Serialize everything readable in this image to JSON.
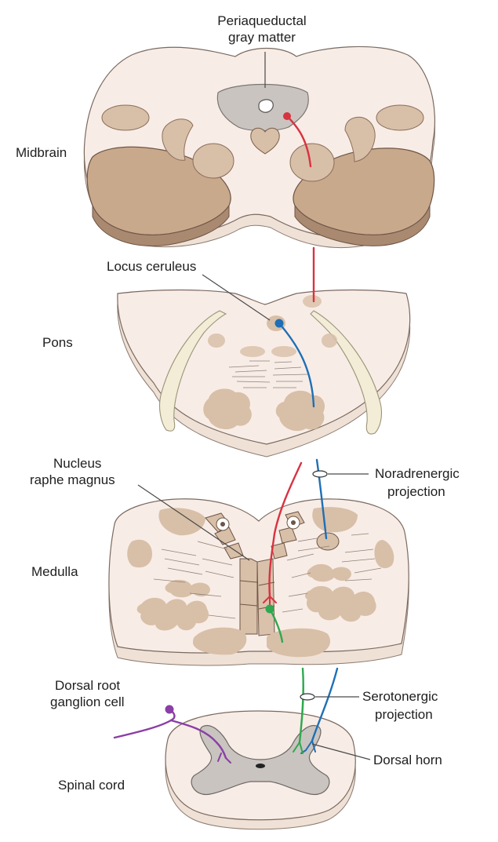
{
  "labels": {
    "periaqueductal_line1": "Periaqueductal",
    "periaqueductal_line2": "gray matter",
    "midbrain": "Midbrain",
    "locus_ceruleus": "Locus ceruleus",
    "pons": "Pons",
    "nucleus_line1": "Nucleus",
    "nucleus_line2": "raphe magnus",
    "noradrenergic_line1": "Noradrenergic",
    "noradrenergic_line2": "projection",
    "medulla": "Medulla",
    "dorsal_root_line1": "Dorsal root",
    "dorsal_root_line2": "ganglion cell",
    "serotonergic_line1": "Serotonergic",
    "serotonergic_line2": "projection",
    "dorsal_horn": "Dorsal horn",
    "spinal_cord": "Spinal cord"
  },
  "colors": {
    "tissue": "#f8ece6",
    "tissue_edge": "#efe1d6",
    "nucleus": "#d8bfa8",
    "peduncle": "#c9a98c",
    "peduncle_dark": "#a98970",
    "gray_matter": "#c9c4c0",
    "fiber_tract": "#f3ecd6",
    "red_pathway": "#d93240",
    "blue_pathway": "#1e6fb5",
    "green_pathway": "#2fa84f",
    "purple_pathway": "#8a3ea6"
  }
}
